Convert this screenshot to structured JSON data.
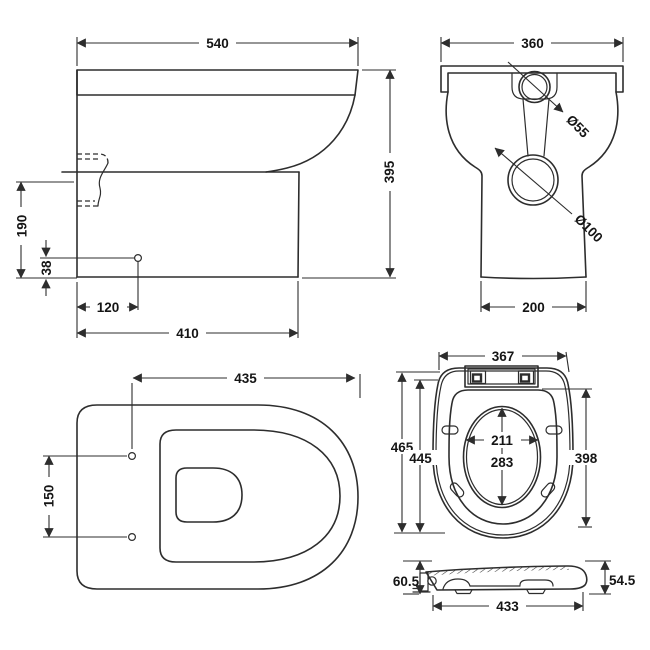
{
  "drawing": {
    "background": "#ffffff",
    "line_color": "#2d2d2d",
    "side_view": {
      "width": "540",
      "height": "395",
      "outlet_centre_height": "190",
      "fixing_hole_height": "38",
      "fixing_hole_depth": "120",
      "depth": "410"
    },
    "front_view": {
      "width": "360",
      "inlet_diameter": "Ø55",
      "outlet_diameter": "Ø100",
      "base_width": "200"
    },
    "pan_top_view": {
      "depth": "435",
      "fixing_centres": "150"
    },
    "seat_top_view": {
      "outer_width": "367",
      "outer_length": "465",
      "ring_length": "445",
      "aperture_width": "211",
      "aperture_length": "283",
      "hinge_to_front": "398"
    },
    "seat_side_view": {
      "rear_height": "60.5",
      "front_height": "54.5",
      "length": "433"
    }
  }
}
